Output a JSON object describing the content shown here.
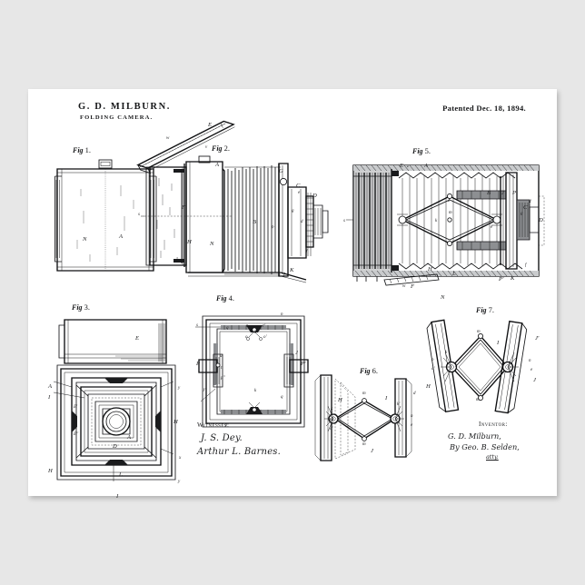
{
  "poster": {
    "background_color": "#e7e7e7",
    "sheet_color": "#ffffff",
    "ink_color": "#1a1b1d"
  },
  "header": {
    "inventor_name": "G. D. MILBURN.",
    "title": "FOLDING CAMERA.",
    "patent_date": "Patented Dec. 18, 1894."
  },
  "figures": [
    {
      "id": "fig1",
      "prefix": "Fig",
      "number": "1.",
      "caption": "Fig 1.",
      "description": "rear elevation of closed camera box",
      "labels": [
        "N",
        "A"
      ]
    },
    {
      "id": "fig2",
      "prefix": "Fig",
      "number": "2.",
      "caption": "Fig 2.",
      "description": "side elevation of folding camera with bellows extended",
      "labels": [
        "E",
        "A",
        "B",
        "C",
        "D",
        "F",
        "G",
        "H",
        "J",
        "K",
        "N",
        "d",
        "e",
        "f",
        "g",
        "s",
        "z",
        "v",
        "w",
        "p"
      ]
    },
    {
      "id": "fig3",
      "prefix": "Fig",
      "number": "3.",
      "caption": "Fig 3.",
      "description": "front elevation showing square bellows and lens",
      "labels": [
        "E",
        "A",
        "D",
        "H",
        "I",
        "L",
        "y",
        "x",
        "E'",
        "E''"
      ]
    },
    {
      "id": "fig4",
      "prefix": "Fig",
      "number": "4.",
      "caption": "Fig 4.",
      "description": "detail of square front frame",
      "labels": [
        "n",
        "J",
        "P",
        "P'",
        "q",
        "k",
        "r",
        "r'",
        "o",
        "o'",
        "s",
        "u",
        "t",
        "p''",
        "J'"
      ]
    },
    {
      "id": "fig5",
      "prefix": "Fig",
      "number": "5.",
      "caption": "Fig 5.",
      "description": "horizontal sectional plan view of camera",
      "labels": [
        "E",
        "z",
        "A",
        "B",
        "C",
        "D",
        "F",
        "H",
        "I",
        "J",
        "K",
        "L",
        "N",
        "P",
        "P'",
        "k",
        "m",
        "w",
        "s",
        "d",
        "g",
        "f",
        "e"
      ]
    },
    {
      "id": "fig6",
      "prefix": "Fig",
      "number": "6.",
      "caption": "Fig 6.",
      "description": "lazy-tong diamond linkage detail, front",
      "labels": [
        "H",
        "I",
        "J",
        "k",
        "k'",
        "m",
        "o",
        "o'",
        "n",
        "e",
        "d"
      ]
    },
    {
      "id": "fig7",
      "prefix": "Fig",
      "number": "7.",
      "caption": "Fig 7.",
      "description": "lazy-tong diamond linkage detail, alternate",
      "labels": [
        "H",
        "I",
        "J",
        "J'",
        "k",
        "k'",
        "l",
        "m",
        "n",
        "o",
        "o'",
        "e"
      ]
    }
  ],
  "witnesses": {
    "heading": "Witnesses:",
    "signatures": [
      "J. S. Dey.",
      "Arthur L. Barnes."
    ]
  },
  "inventor": {
    "heading": "Inventor:",
    "name": "G. D. Milburn,",
    "by_line": "By Geo. B. Selden,",
    "attorney": "atty."
  }
}
